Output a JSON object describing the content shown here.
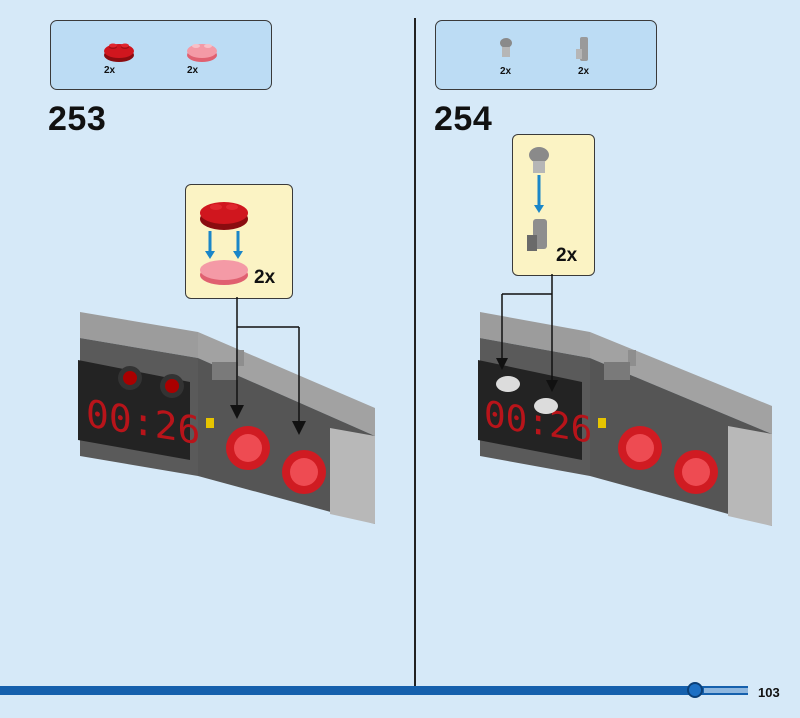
{
  "steps": [
    {
      "number": "253",
      "parts": [
        {
          "qty": "2x",
          "icon": "red-round-plate-icon",
          "color": "#c8141c"
        },
        {
          "qty": "2x",
          "icon": "trans-red-round-plate-icon",
          "color": "#f08a96"
        }
      ],
      "callout_qty": "2x"
    },
    {
      "number": "254",
      "parts": [
        {
          "qty": "2x",
          "icon": "gray-bar-holder-icon",
          "color": "#a4a4a4"
        },
        {
          "qty": "2x",
          "icon": "gray-clip-icon",
          "color": "#a4a4a4"
        }
      ],
      "callout_qty": "2x"
    }
  ],
  "display_text": "00:26",
  "page_number": "103",
  "colors": {
    "background": "#d6e9f8",
    "parts_box": "#bcdcf4",
    "callout": "#fbf3c4",
    "accent": "#1560ad"
  }
}
